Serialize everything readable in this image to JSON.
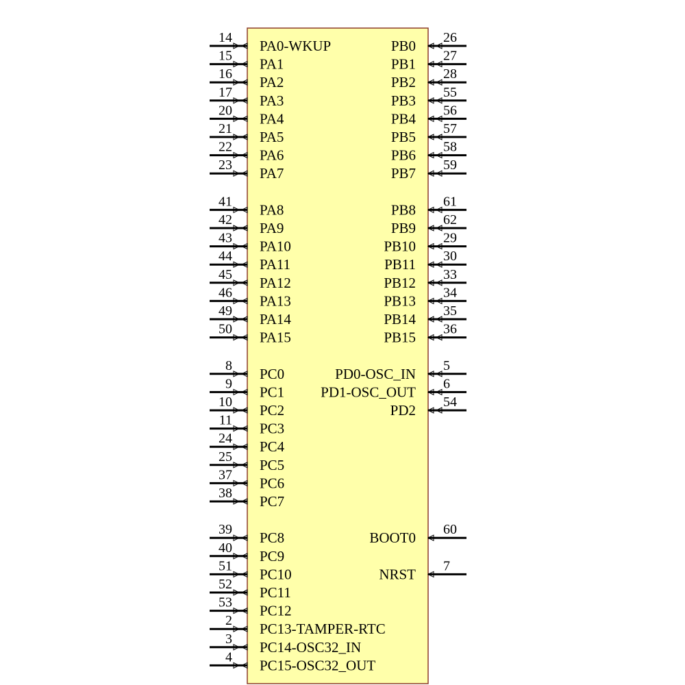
{
  "component": {
    "body_fill": "#FFFFAA",
    "body_stroke": "#8B3A2A",
    "left_pins": [
      {
        "number": "14",
        "name": "PA0-WKUP",
        "row": 0
      },
      {
        "number": "15",
        "name": "PA1",
        "row": 1
      },
      {
        "number": "16",
        "name": "PA2",
        "row": 2
      },
      {
        "number": "17",
        "name": "PA3",
        "row": 3
      },
      {
        "number": "20",
        "name": "PA4",
        "row": 4
      },
      {
        "number": "21",
        "name": "PA5",
        "row": 5
      },
      {
        "number": "22",
        "name": "PA6",
        "row": 6
      },
      {
        "number": "23",
        "name": "PA7",
        "row": 7
      },
      {
        "number": "41",
        "name": "PA8",
        "row": 9
      },
      {
        "number": "42",
        "name": "PA9",
        "row": 10
      },
      {
        "number": "43",
        "name": "PA10",
        "row": 11
      },
      {
        "number": "44",
        "name": "PA11",
        "row": 12
      },
      {
        "number": "45",
        "name": "PA12",
        "row": 13
      },
      {
        "number": "46",
        "name": "PA13",
        "row": 14
      },
      {
        "number": "49",
        "name": "PA14",
        "row": 15
      },
      {
        "number": "50",
        "name": "PA15",
        "row": 16
      },
      {
        "number": "8",
        "name": "PC0",
        "row": 18
      },
      {
        "number": "9",
        "name": "PC1",
        "row": 19
      },
      {
        "number": "10",
        "name": "PC2",
        "row": 20
      },
      {
        "number": "11",
        "name": "PC3",
        "row": 21
      },
      {
        "number": "24",
        "name": "PC4",
        "row": 22
      },
      {
        "number": "25",
        "name": "PC5",
        "row": 23
      },
      {
        "number": "37",
        "name": "PC6",
        "row": 24
      },
      {
        "number": "38",
        "name": "PC7",
        "row": 25
      },
      {
        "number": "39",
        "name": "PC8",
        "row": 27
      },
      {
        "number": "40",
        "name": "PC9",
        "row": 28
      },
      {
        "number": "51",
        "name": "PC10",
        "row": 29
      },
      {
        "number": "52",
        "name": "PC11",
        "row": 30
      },
      {
        "number": "53",
        "name": "PC12",
        "row": 31
      },
      {
        "number": "2",
        "name": "PC13-TAMPER-RTC",
        "row": 32
      },
      {
        "number": "3",
        "name": "PC14-OSC32_IN",
        "row": 33
      },
      {
        "number": "4",
        "name": "PC15-OSC32_OUT",
        "row": 34
      }
    ],
    "right_pins": [
      {
        "number": "26",
        "name": "PB0",
        "row": 0
      },
      {
        "number": "27",
        "name": "PB1",
        "row": 1
      },
      {
        "number": "28",
        "name": "PB2",
        "row": 2
      },
      {
        "number": "55",
        "name": "PB3",
        "row": 3
      },
      {
        "number": "56",
        "name": "PB4",
        "row": 4
      },
      {
        "number": "57",
        "name": "PB5",
        "row": 5
      },
      {
        "number": "58",
        "name": "PB6",
        "row": 6
      },
      {
        "number": "59",
        "name": "PB7",
        "row": 7
      },
      {
        "number": "61",
        "name": "PB8",
        "row": 9
      },
      {
        "number": "62",
        "name": "PB9",
        "row": 10
      },
      {
        "number": "29",
        "name": "PB10",
        "row": 11
      },
      {
        "number": "30",
        "name": "PB11",
        "row": 12
      },
      {
        "number": "33",
        "name": "PB12",
        "row": 13
      },
      {
        "number": "34",
        "name": "PB13",
        "row": 14
      },
      {
        "number": "35",
        "name": "PB14",
        "row": 15
      },
      {
        "number": "36",
        "name": "PB15",
        "row": 16
      },
      {
        "number": "5",
        "name": "PD0-OSC_IN",
        "row": 18
      },
      {
        "number": "6",
        "name": "PD1-OSC_OUT",
        "row": 19
      },
      {
        "number": "54",
        "name": "PD2",
        "row": 20
      },
      {
        "number": "60",
        "name": "BOOT0",
        "row": 27,
        "direction": "in"
      },
      {
        "number": "7",
        "name": "NRST",
        "row": 29,
        "direction": "in"
      }
    ]
  }
}
